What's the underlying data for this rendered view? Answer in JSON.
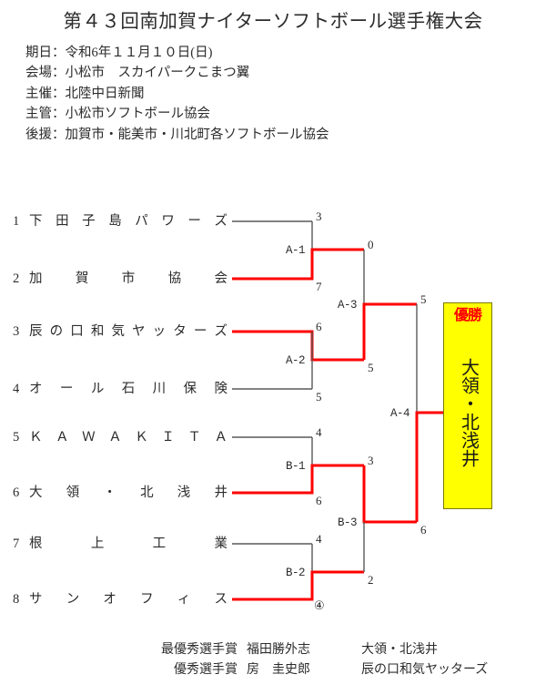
{
  "title": "第４３回南加賀ナイターソフトボール選手権大会",
  "event_info": [
    "期日：令和6年１１月１０日(日)",
    "会場：小松市　スカイパークこまつ翼",
    "主催：北陸中日新聞",
    "主管：小松市ソフトボール協会",
    "後援：加賀市・能美市・川北町各ソフトボール協会"
  ],
  "teams": [
    {
      "seed": "1",
      "name": "下田子島パワーズ",
      "winner": false
    },
    {
      "seed": "2",
      "name": "加賀市協会",
      "winner": true
    },
    {
      "seed": "3",
      "name": "辰の口和気ヤッターズ",
      "winner": true
    },
    {
      "seed": "4",
      "name": "オール石川保険",
      "winner": false
    },
    {
      "seed": "5",
      "name": "ＫＡＷＡＫＩＴＡ",
      "winner": false
    },
    {
      "seed": "6",
      "name": "大領・北浅井",
      "winner": true
    },
    {
      "seed": "7",
      "name": "根上工業",
      "winner": false
    },
    {
      "seed": "8",
      "name": "サンオフィス",
      "winner": true
    }
  ],
  "matches": [
    {
      "id": "A-1",
      "upper_score": "3",
      "lower_score": "7"
    },
    {
      "id": "A-2",
      "upper_score": "6",
      "lower_score": "5"
    },
    {
      "id": "A-3",
      "upper_score": "0",
      "lower_score": "5"
    },
    {
      "id": "B-1",
      "upper_score": "4",
      "lower_score": "6"
    },
    {
      "id": "B-2",
      "upper_score": "4",
      "lower_score": "④"
    },
    {
      "id": "B-3",
      "upper_score": "3",
      "lower_score": "2"
    },
    {
      "id": "A-4",
      "upper_score": "5",
      "lower_score": "6"
    }
  ],
  "champion": {
    "heading": "優勝",
    "name": "大領・北浅井"
  },
  "awards": [
    {
      "title": "最優秀選手賞",
      "player": "福田勝外志",
      "team": "大領・北浅井"
    },
    {
      "title": "優秀選手賞",
      "player": "房　圭史郎",
      "team": "辰の口和気ヤッターズ"
    }
  ],
  "colors": {
    "winner_line": "#ff0000",
    "loser_line": "#595959",
    "champion_bg": "#ffff00",
    "champion_heading": "#ff0000",
    "text": "#2b2b2b"
  }
}
